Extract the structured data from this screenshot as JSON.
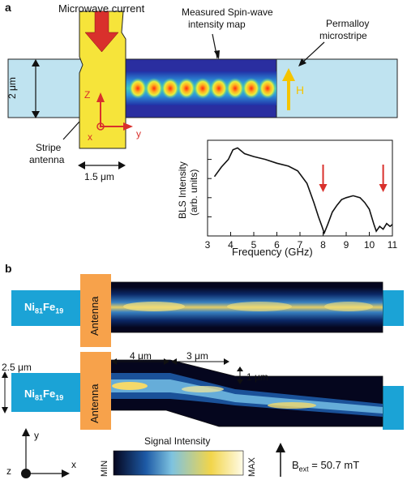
{
  "panel_a": {
    "letter": "a",
    "microwave_label": "Microwave current",
    "measured_label_1": "Measured Spin-wave",
    "measured_label_2": "intensity map",
    "permalloy_label_1": "Permalloy",
    "permalloy_label_2": "microstripe",
    "width_label": "2 μm",
    "antenna_label_1": "Stripe",
    "antenna_label_2": "antenna",
    "antenna_width_label": "1.5 μm",
    "field_label": "H",
    "axis_z": "Z",
    "axis_x": "x",
    "axis_y": "y",
    "colors": {
      "stripe": "#bfe3f0",
      "antenna": "#f6e43a",
      "arrow": "#d9302c",
      "field": "#f5c400"
    }
  },
  "chart_data": {
    "type": "line",
    "xlabel": "Frequency (GHz)",
    "ylabel_1": "BLS Intensity",
    "ylabel_2": "(arb. units)",
    "xlim": [
      3,
      11
    ],
    "ylim": [
      0,
      1
    ],
    "xticks": [
      "3",
      "4",
      "5",
      "6",
      "7",
      "8",
      "9",
      "10",
      "11"
    ],
    "x": [
      3.3,
      3.6,
      3.9,
      4.1,
      4.3,
      4.6,
      5.0,
      5.5,
      6.0,
      6.5,
      6.9,
      7.3,
      7.6,
      7.8,
      7.95,
      8.05,
      8.2,
      8.4,
      8.6,
      8.8,
      9.0,
      9.3,
      9.6,
      9.8,
      10.0,
      10.2,
      10.3,
      10.45,
      10.6,
      10.75,
      10.9,
      11.0
    ],
    "y": [
      0.62,
      0.72,
      0.8,
      0.9,
      0.92,
      0.86,
      0.83,
      0.8,
      0.76,
      0.73,
      0.68,
      0.55,
      0.35,
      0.2,
      0.1,
      0.03,
      0.12,
      0.25,
      0.32,
      0.38,
      0.4,
      0.42,
      0.4,
      0.35,
      0.28,
      0.12,
      0.05,
      0.1,
      0.07,
      0.13,
      0.1,
      0.12
    ],
    "arrows_at": [
      8.0,
      10.6
    ],
    "arrow_color": "#d9302c"
  },
  "panel_b": {
    "letter": "b",
    "material_prefix": "Ni",
    "material_sub1": "81",
    "material_mid": "Fe",
    "material_sub2": "19",
    "antenna_label": "Antenna",
    "thickness_label": "2.5 μm",
    "length1_label": "4 μm",
    "length2_label": "3 μm",
    "offset_label": "1 μm",
    "legend_title": "Signal Intensity",
    "legend_min": "MIN",
    "legend_max": "MAX",
    "field_label": "B",
    "field_sub": "ext",
    "field_value": " = 50.7 mT",
    "axis_y": "y",
    "axis_x": "x",
    "axis_z": "z",
    "colors": {
      "stripe": "#1ba3d6",
      "antenna": "#f7a24b",
      "map_bg": "#05061e"
    }
  }
}
